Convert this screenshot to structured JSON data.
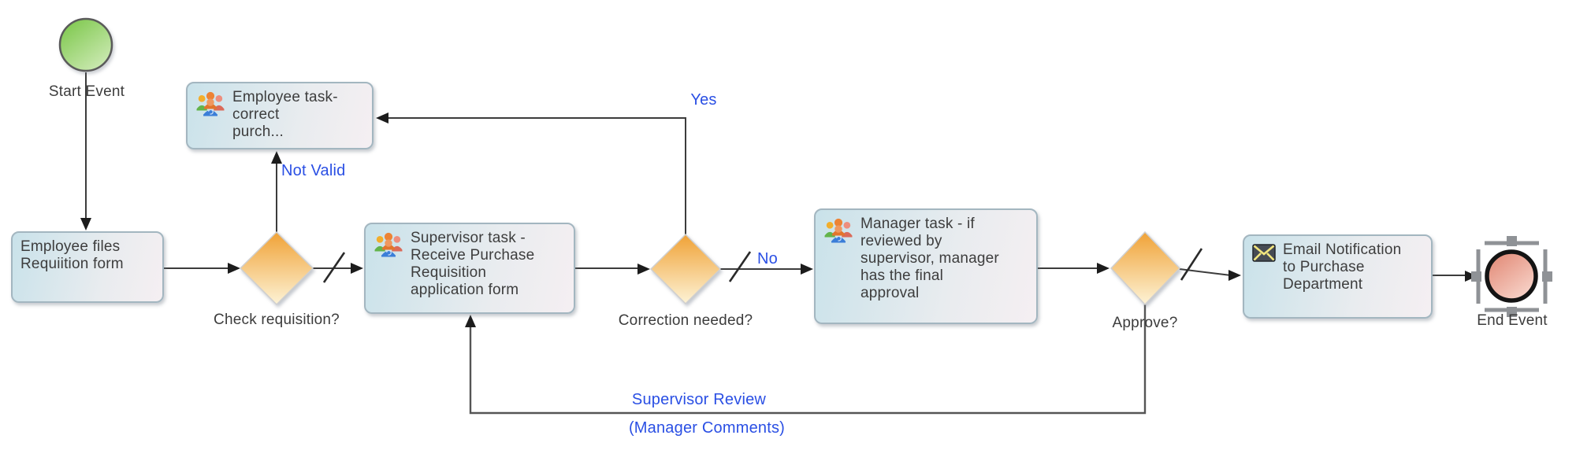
{
  "colors": {
    "edge_label_blue": "#2a4fe4",
    "gateway_orange_top": "#f0a236",
    "gateway_orange_bottom": "#fdf3d6",
    "task_fill_left": "#c9e2ea",
    "task_fill_right": "#f5eff2",
    "start_event_green": "#7ec94b",
    "end_event_red": "#e0836f",
    "connector_color": "#3c3c3c"
  },
  "nodes": {
    "start_event": {
      "label": "Start Event"
    },
    "employee_files": {
      "label": "Employee files\nRequiition form"
    },
    "employee_task": {
      "label": "Employee task-\ncorrect\npurch...",
      "icon": "people-icon"
    },
    "gateway_check": {
      "label": "Check requisition?"
    },
    "supervisor_task": {
      "label": "Supervisor task -\nReceive Purchase\nRequisition\napplication form",
      "icon": "people-icon"
    },
    "gateway_correction": {
      "label": "Correction needed?"
    },
    "manager_task": {
      "label": "Manager task - if\nreviewed by\nsupervisor, manager\nhas the final\napproval",
      "icon": "people-icon"
    },
    "gateway_approve": {
      "label": "Approve?"
    },
    "email_notification": {
      "label": "Email Notification\nto Purchase\nDepartment",
      "icon": "email-icon"
    },
    "end_event": {
      "label": "End Event"
    }
  },
  "edge_labels": {
    "not_valid": "Not Valid",
    "yes": "Yes",
    "no": "No",
    "supervisor_review": "Supervisor Review",
    "manager_comments": "(Manager Comments)"
  }
}
